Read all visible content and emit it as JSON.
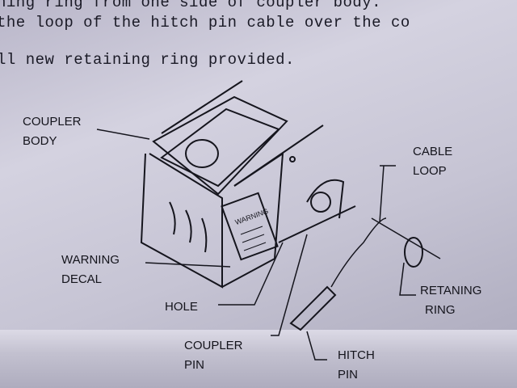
{
  "document": {
    "lines": [
      "ning ring from one side of coupler body.",
      " the loop of the hitch pin cable over the co",
      "ll new retaining ring provided."
    ]
  },
  "diagram": {
    "labels": {
      "coupler_body": [
        "COUPLER",
        "BODY"
      ],
      "cable_loop": [
        "CABLE",
        "LOOP"
      ],
      "warning_decal": [
        "WARNING",
        "DECAL"
      ],
      "hole": "HOLE",
      "retaining_ring": [
        "RETANING",
        "RING"
      ],
      "coupler_pin": [
        "COUPLER",
        "PIN"
      ],
      "hitch_pin": [
        "HITCH",
        "PIN"
      ],
      "decal_text": "WARNING"
    }
  }
}
